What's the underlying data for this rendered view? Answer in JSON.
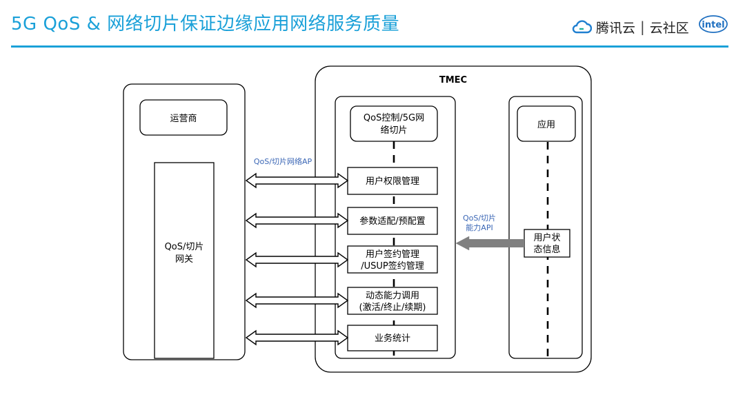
{
  "header": {
    "title": "5G QoS & 网络切片保证边缘应用网络服务质量",
    "brand_name": "腾讯云",
    "brand_separator": "|",
    "brand_community": "云社区",
    "partner_logo": "intel"
  },
  "diagram": {
    "operator": {
      "label": "运营商",
      "gateway_line1": "QoS/切片",
      "gateway_line2": "网关"
    },
    "tmec": {
      "title": "TMEC",
      "control": {
        "line1": "QoS控制/5G网",
        "line2": "络切片"
      },
      "modules": [
        {
          "line1": "用户权限管理",
          "line2": ""
        },
        {
          "line1": "参数适配/预配置",
          "line2": ""
        },
        {
          "line1": "用户签约管理",
          "line2": "/USUP签约管理"
        },
        {
          "line1": "动态能力调用",
          "line2": "(激活/终止/续期)"
        },
        {
          "line1": "业务统计",
          "line2": ""
        }
      ]
    },
    "application": {
      "label": "应用",
      "state_line1": "用户状",
      "state_line2": "态信息"
    },
    "api_left_label": "QoS/切片网络AP",
    "api_right_line1": "QoS/切片",
    "api_right_line2": "能力API",
    "colors": {
      "title_blue": "#1aa0d8",
      "api_label_blue": "#3a66b5",
      "arrow_gray": "#808080",
      "line": "#000000"
    }
  }
}
